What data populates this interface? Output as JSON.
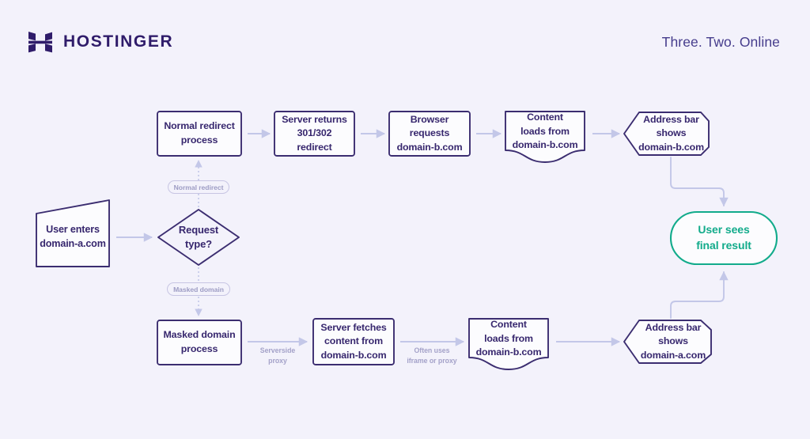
{
  "header": {
    "brand_name": "HOSTINGER",
    "brand_icon": "hostinger-h-logo",
    "tagline": "Three. Two. Online"
  },
  "colors": {
    "background": "#f3f2fb",
    "node_stroke": "#3b2d70",
    "node_fill": "#fcfcfe",
    "node_text": "#37276e",
    "arrow": "#c3c7e8",
    "pill_stroke": "#c7c5e3",
    "pill_text": "#9d9cc4",
    "caption_text": "#a4a2c9",
    "accent_green": "#12ab8b",
    "brand_purple": "#2f1c6a",
    "tagline_purple": "#453c8c"
  },
  "diagram": {
    "title": "Normal redirect vs masked domain flow",
    "nodes": {
      "user_enters": {
        "label": "User enters\ndomain-a.com",
        "shape": "trapezoid"
      },
      "request_type": {
        "label": "Request\ntype?",
        "shape": "diamond"
      },
      "normal_redirect_process": {
        "label": "Normal redirect\nprocess",
        "shape": "rectangle"
      },
      "server_returns_redirect": {
        "label": "Server returns\n301/302\nredirect",
        "shape": "rectangle"
      },
      "browser_requests": {
        "label": "Browser\nrequests\ndomain-b.com",
        "shape": "rectangle"
      },
      "content_loads_top": {
        "label": "Content\nloads from\ndomain-b.com",
        "shape": "document"
      },
      "address_bar_top": {
        "label": "Address bar\nshows\ndomain-b.com",
        "shape": "chevron"
      },
      "masked_domain_process": {
        "label": "Masked domain\nprocess",
        "shape": "rectangle"
      },
      "server_fetches": {
        "label": "Server fetches\ncontent from\ndomain-b.com",
        "shape": "rectangle"
      },
      "content_loads_bottom": {
        "label": "Content\nloads from\ndomain-b.com",
        "shape": "document"
      },
      "address_bar_bottom": {
        "label": "Address bar\nshows\ndomain-a.com",
        "shape": "chevron"
      },
      "final_result": {
        "label": "User sees\nfinal result",
        "shape": "stadium"
      }
    },
    "branch_labels": {
      "normal": "Normal redirect",
      "masked": "Masked domain"
    },
    "edge_captions": {
      "serverside_proxy": "Serverside\nproxy",
      "iframe_or_proxy": "Often uses\niframe or proxy"
    }
  }
}
